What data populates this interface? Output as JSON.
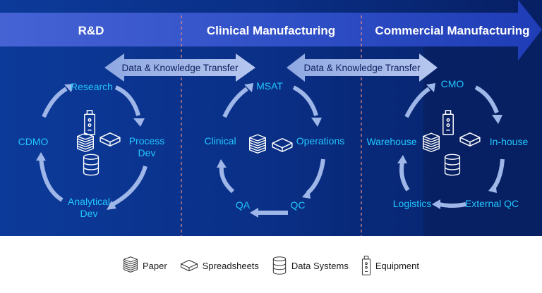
{
  "stages": [
    {
      "id": "rnd",
      "title": "R&D"
    },
    {
      "id": "clinical",
      "title": "Clinical Manufacturing"
    },
    {
      "id": "commercial",
      "title": "Commercial Manufacturing"
    }
  ],
  "transfers": [
    {
      "label": "Data & Knowledge Transfer"
    },
    {
      "label": "Data & Knowledge Transfer"
    }
  ],
  "cycles": {
    "rnd": {
      "research": "Research",
      "process_dev_1": "Process",
      "process_dev_2": "Dev",
      "analytical_dev_1": "Analytical",
      "analytical_dev_2": "Dev",
      "cdmo": "CDMO"
    },
    "clinical": {
      "msat": "MSAT",
      "operations": "Operations",
      "qc": "QC",
      "qa": "QA",
      "clinical": "Clinical"
    },
    "commercial": {
      "cmo": "CMO",
      "in_house": "In-house",
      "external_qc": "External QC",
      "logistics": "Logistics",
      "warehouse": "Warehouse"
    }
  },
  "legend": [
    {
      "icon": "paper-stack-icon",
      "label": "Paper"
    },
    {
      "icon": "spreadsheet-icon",
      "label": "Spreadsheets"
    },
    {
      "icon": "database-icon",
      "label": "Data Systems"
    },
    {
      "icon": "equipment-icon",
      "label": "Equipment"
    }
  ],
  "colors": {
    "banner": "#2f4fc6",
    "background": "#0a2d86",
    "accent": "#22c6ff",
    "arrow": "#9eb6e8",
    "divider": "#f08a7a"
  }
}
